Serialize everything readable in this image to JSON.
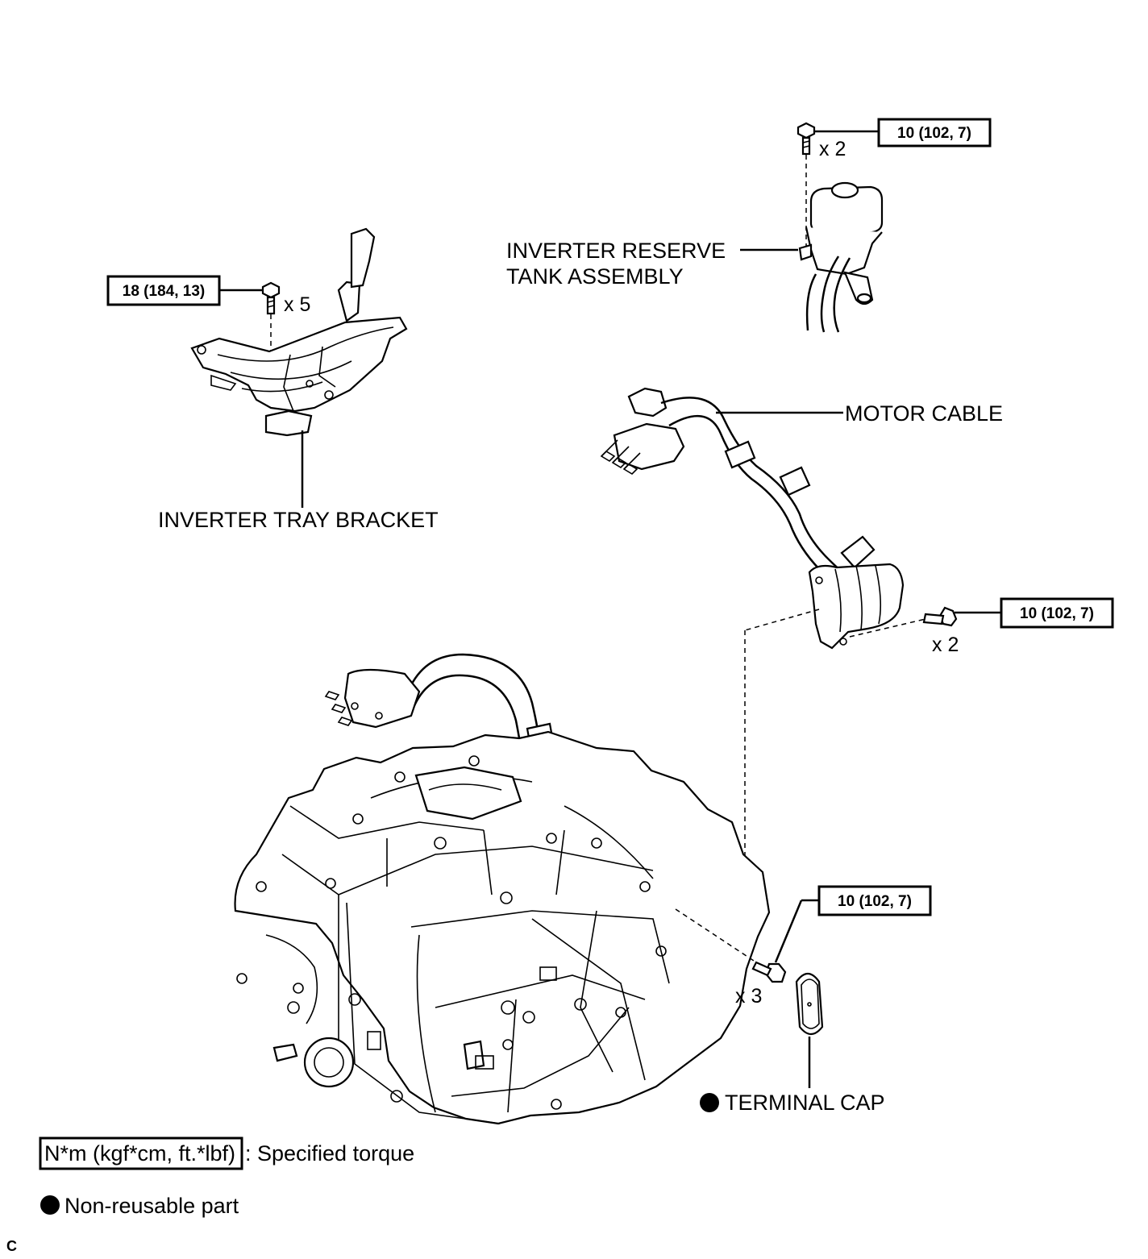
{
  "labels": {
    "inverter_reserve_tank_line1": "INVERTER RESERVE",
    "inverter_reserve_tank_line2": "TANK ASSEMBLY",
    "motor_cable": "MOTOR CABLE",
    "inverter_tray_bracket": "INVERTER TRAY BRACKET",
    "terminal_cap": "TERMINAL CAP"
  },
  "torques": {
    "reserve_tank_bolt": "10 (102, 7)",
    "tray_bracket_bolt": "18 (184, 13)",
    "motor_cable_bolt": "10 (102, 7)",
    "transaxle_bolt": "10 (102, 7)"
  },
  "quantities": {
    "reserve_tank_bolt": "x 2",
    "tray_bracket_bolt": "x 5",
    "motor_cable_bolt": "x 2",
    "transaxle_bolt": "x 3"
  },
  "legend": {
    "torque_unit": "N*m (kgf*cm, ft.*lbf)",
    "torque_desc": ": Specified torque",
    "nonreusable_desc": "Non-reusable part"
  },
  "corner_mark": "C",
  "icons": {
    "nonreusable": "filled-circle-icon",
    "bolt": "bolt-icon"
  }
}
